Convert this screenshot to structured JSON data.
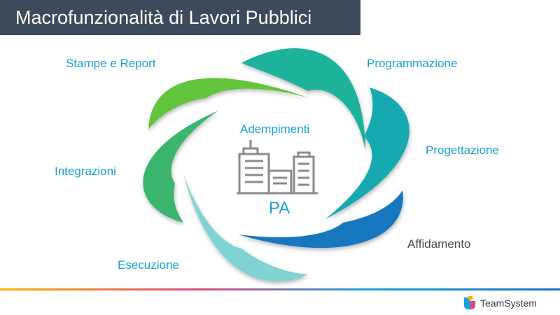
{
  "title": "Macrofunzionalità di Lavori Pubblici",
  "center": {
    "top_label": "Adempimenti",
    "bottom_label": "PA",
    "icon": "city-buildings-icon"
  },
  "segments": [
    {
      "label": "Programmazione",
      "color": "#1bb39a",
      "label_color": "#1a9fd9"
    },
    {
      "label": "Progettazione",
      "color": "#16aab0",
      "label_color": "#1a9fd9"
    },
    {
      "label": "Affidamento",
      "color": "#1677be",
      "label_color": "#4a4a4a"
    },
    {
      "label": "Esecuzione",
      "color": "#7fd3d3",
      "label_color": "#1a9fd9"
    },
    {
      "label": "Integrazioni",
      "color": "#3bb56e",
      "label_color": "#1a9fd9"
    },
    {
      "label": "Stampe e Report",
      "color": "#63c43d",
      "label_color": "#1a9fd9"
    }
  ],
  "colors": {
    "title_bg": "#3d4a5a",
    "accent": "#1a9fd9",
    "icon_gray": "#8a8a8a"
  },
  "logo": {
    "text": "TeamSystem",
    "icon": "teamsystem-logo-icon"
  }
}
